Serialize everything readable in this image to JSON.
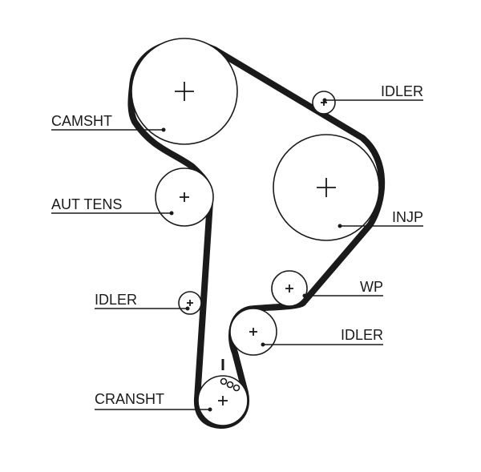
{
  "diagram": {
    "labels": {
      "camshaft": "CAMSHT",
      "idler_top": "IDLER",
      "auto_tensioner": "AUT TENS",
      "injection_pump": "INJP",
      "idler_left": "IDLER",
      "water_pump": "WP",
      "idler_lower": "IDLER",
      "crankshaft": "CRANSHT"
    },
    "colors": {
      "line": "#1a1a1a",
      "background": "#ffffff"
    }
  }
}
